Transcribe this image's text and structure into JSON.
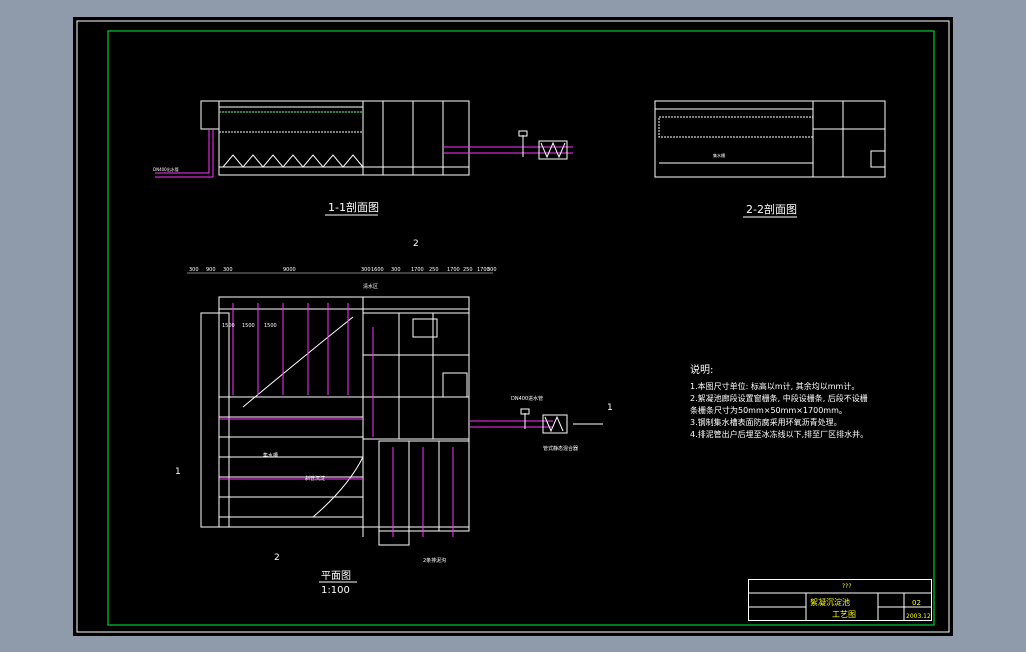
{
  "drawing": {
    "section_1_title": "1-1剖面图",
    "section_2_title": "2-2剖面图",
    "plan_title": "平面图",
    "plan_scale": "1:100",
    "marker_1": "1",
    "marker_2": "2"
  },
  "notes": {
    "title": "说明:",
    "lines": [
      "1.本图尺寸单位: 标高以m计, 其余均以mm计。",
      "2.絮凝池廊段设置窗栅条, 中段设栅条, 后段不设栅",
      "  条栅条尺寸为50mm×50mm×1700mm。",
      "3.钢制集水槽表面防腐采用环氧沥青处理。",
      "4.排泥管出户后埋至冰冻线以下,排至厂区排水井。"
    ]
  },
  "dimensions": {
    "top": [
      "300",
      "900",
      "300",
      "9000",
      "300",
      "1600",
      "300",
      "1700",
      "250",
      "1700",
      "250",
      "1700",
      "300"
    ],
    "inner": [
      "1500",
      "1500",
      "1500"
    ]
  },
  "plan_labels": {
    "pipe_label": "DN400进水管",
    "mix_label": "管式静态混合器",
    "sludge_label": "2条排泥沟",
    "collector": "集水槽",
    "settling": "斜管沉淀",
    "area_label": "清水区"
  },
  "section_labels": {
    "inlet_pipe": "DN400出水管",
    "tank_label": "集水槽"
  },
  "title_block": {
    "project": "絮凝沉淀池",
    "drawing_name": "工艺图",
    "marks": "???",
    "sheet_no": "02",
    "date": "2003.12"
  },
  "colors": {
    "frame": "#00cc33",
    "line": "#ffffff",
    "pipe": "#ff33ff",
    "accent": "#ffff00",
    "outer_border": "#ffffff"
  }
}
